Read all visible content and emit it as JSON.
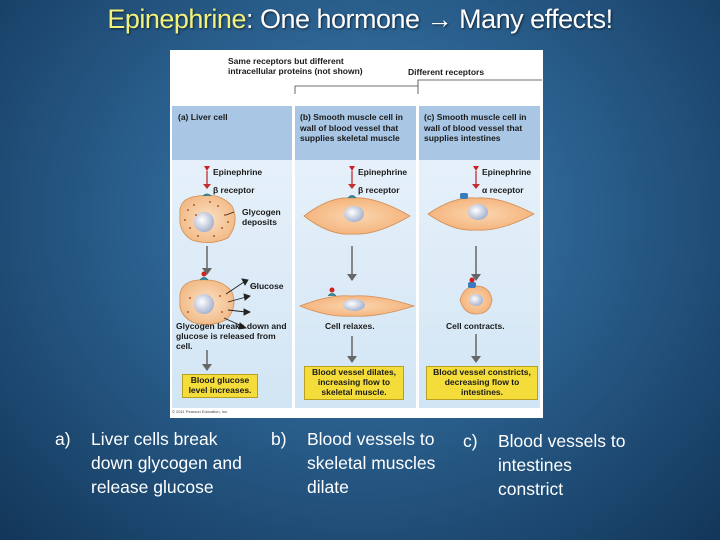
{
  "title": {
    "highlight": "Epinephrine",
    "rest": ": One hormone ",
    "arrow": "→",
    "tail": " Many effects!"
  },
  "figure": {
    "top_note": "Same receptors but different intracellular proteins (not shown)",
    "top_note_right": "Different receptors",
    "panels": [
      {
        "header": "(a)  Liver cell",
        "hormone": "Epinephrine",
        "receptor": "β receptor",
        "deposit_label": "Glycogen deposits",
        "product_label": "Glucose",
        "result": "Glycogen breaks down and glucose is released from cell.",
        "outcome": "Blood glucose level increases."
      },
      {
        "header": "(b)  Smooth muscle cell in wall of blood vessel that supplies skeletal muscle",
        "hormone": "Epinephrine",
        "receptor": "β receptor",
        "result": "Cell relaxes.",
        "outcome": "Blood vessel dilates, increasing flow to skeletal muscle."
      },
      {
        "header": "(c)  Smooth muscle cell in wall of blood vessel that supplies intestines",
        "hormone": "Epinephrine",
        "receptor": "α receptor",
        "result": "Cell contracts.",
        "outcome": "Blood vessel constricts, decreasing flow to intestines."
      }
    ],
    "copyright": "© 2011 Pearson Education, Inc."
  },
  "captions": [
    {
      "label": "a)",
      "text": "Liver cells break down glycogen and release glucose"
    },
    {
      "label": "b)",
      "text": "Blood vessels to skeletal muscles dilate"
    },
    {
      "label": "c)",
      "text": "Blood vessels to intestines constrict"
    }
  ],
  "colors": {
    "background": "#2a5f8d",
    "title_accent": "#f2f27a",
    "panel_header": "#aac8e6",
    "callout": "#f4dc3a",
    "liver_cell": "#f6c9a0",
    "muscle_cell": "#f7c090"
  }
}
